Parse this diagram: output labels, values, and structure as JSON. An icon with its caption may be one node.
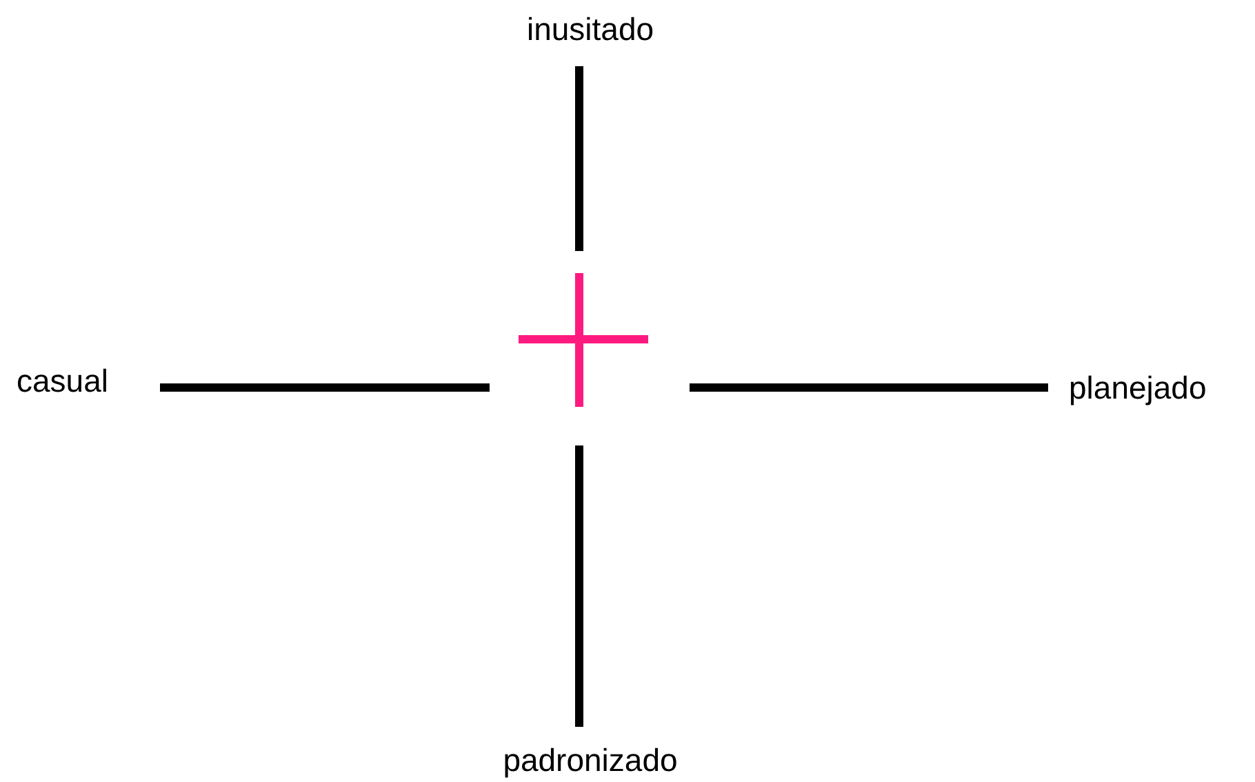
{
  "diagram": {
    "labels": [
      "inusitado",
      "casual",
      "planejado",
      "padronizado"
    ]
  }
}
